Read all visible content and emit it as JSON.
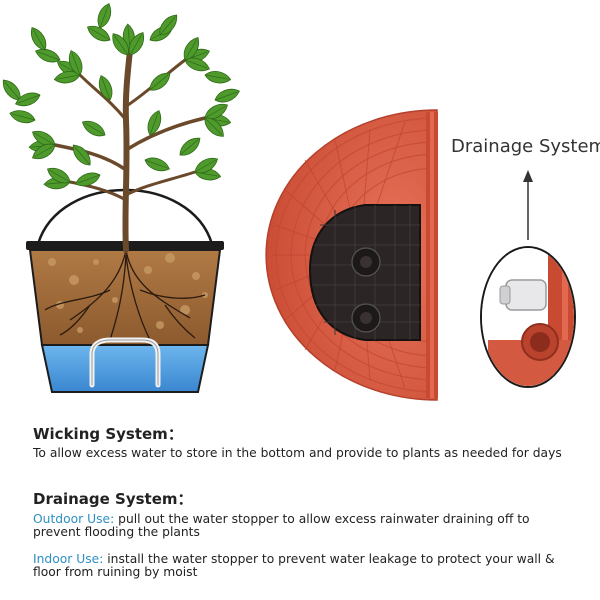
{
  "callout": {
    "label": "Drainage System"
  },
  "wicking": {
    "heading": "Wicking System：",
    "description": "To allow excess water to store in the bottom and provide to plants as needed for days"
  },
  "drainage": {
    "heading": "Drainage System：",
    "outdoor_label": "Outdoor Use:",
    "outdoor_text": " pull out the water stopper to allow excess rainwater draining off to prevent flooding the plants",
    "indoor_label": "Indoor Use:",
    "indoor_text": " install the water stopper to prevent water leakage to protect your wall & floor from ruining by moist"
  },
  "colors": {
    "accent": "#2f8fc3",
    "pot": "#d9583f",
    "water": "#5fa9e6",
    "soil": "#a9713e",
    "leaf": "#4f9a2c"
  }
}
